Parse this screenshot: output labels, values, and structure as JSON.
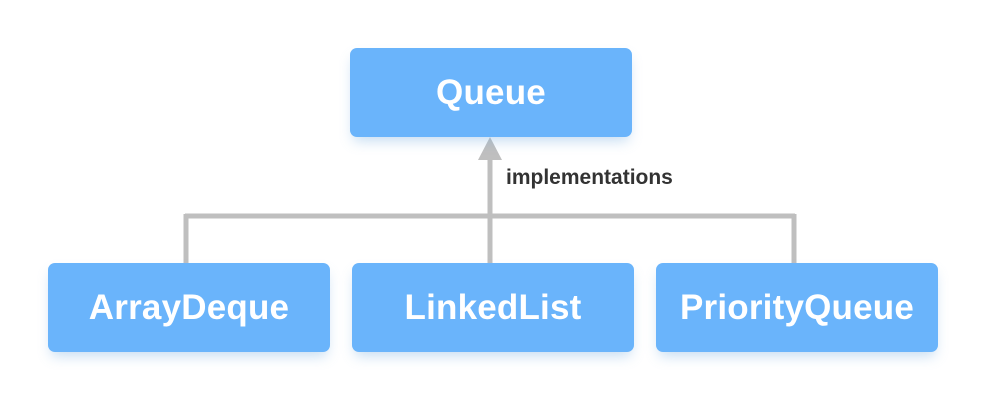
{
  "diagram": {
    "type": "class-hierarchy",
    "background_color": "#ffffff",
    "node_color": "#6ab4fb",
    "node_text_color": "#ffffff",
    "connector_color": "#bfbfbf",
    "edge_label_color": "#333333",
    "root": {
      "id": "queue",
      "label": "Queue"
    },
    "edge": {
      "label": "implementations",
      "arrow": "triangle-up"
    },
    "children": [
      {
        "id": "arraydeque",
        "label": "ArrayDeque"
      },
      {
        "id": "linkedlist",
        "label": "LinkedList"
      },
      {
        "id": "priorityqueue",
        "label": "PriorityQueue"
      }
    ]
  }
}
